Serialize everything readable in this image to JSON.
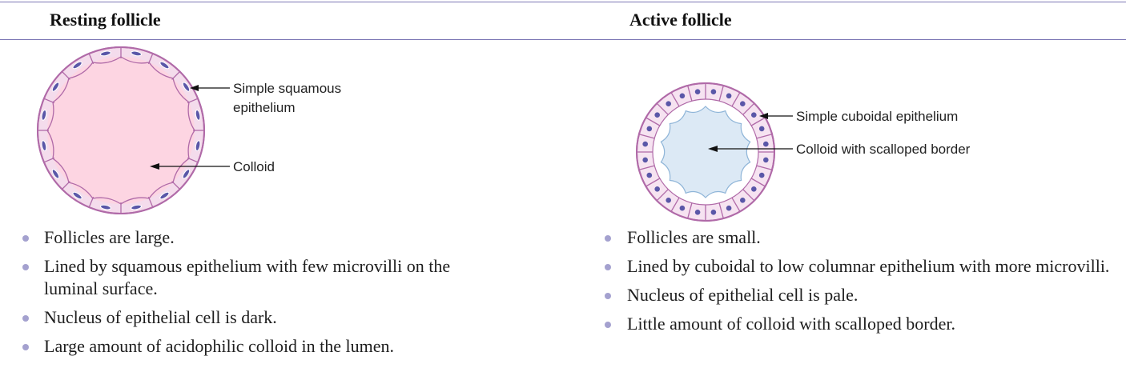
{
  "left": {
    "heading": "Resting follicle",
    "labels": {
      "epithelium_line1": "Simple squamous",
      "epithelium_line2": "epithelium",
      "colloid": "Colloid"
    },
    "bullets": [
      "Follicles are large.",
      "Lined by squamous epithelium with few microvilli on the luminal surface.",
      "Nucleus of epithelial cell is dark.",
      "Large amount of acidophilic colloid in the lumen."
    ]
  },
  "right": {
    "heading": "Active follicle",
    "labels": {
      "epithelium": "Simple cuboidal epithelium",
      "colloid": "Colloid with scalloped border"
    },
    "bullets": [
      "Follicles are small.",
      "Lined by cuboidal to low columnar epithelium with more microvilli.",
      "Nucleus of epithelial cell is pale.",
      "Little amount of colloid with scalloped border."
    ]
  },
  "colors": {
    "rule": "#7b76b4",
    "cell_outline": "#b06aa8",
    "cell_fill": "#f6e3f1",
    "resting_colloid": "#fdd5e2",
    "active_colloid": "#dce9f5",
    "nucleus": "#5a57a8",
    "bullet": "#a4a1cf"
  }
}
